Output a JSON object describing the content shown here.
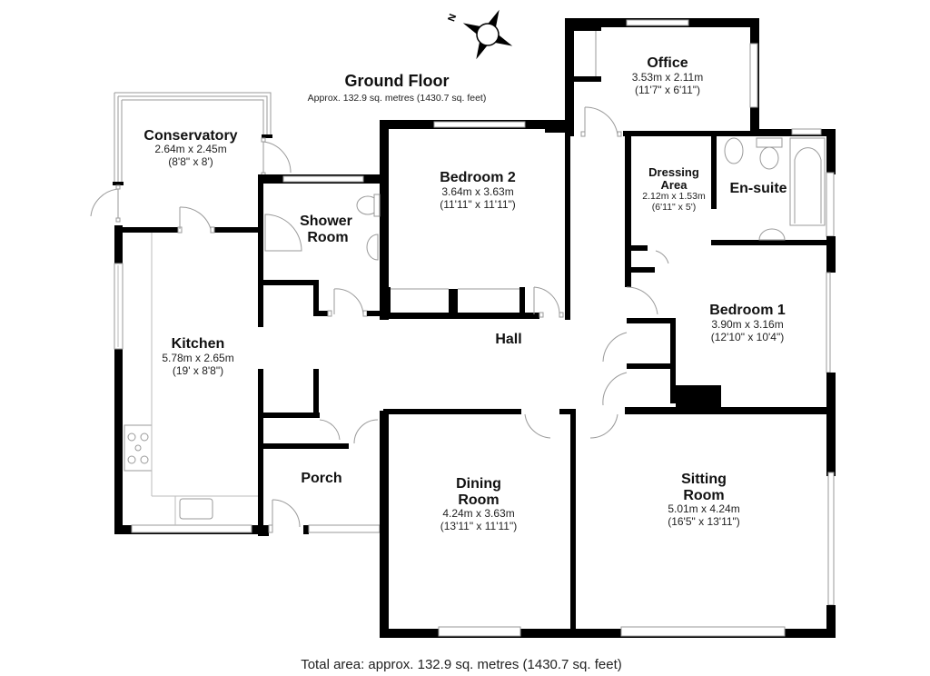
{
  "header": {
    "title": "Ground Floor",
    "subtitle": "Approx. 132.9 sq. metres (1430.7 sq. feet)"
  },
  "compass": {
    "label": "N",
    "icon": "compass-icon"
  },
  "rooms": {
    "conservatory": {
      "name": "Conservatory",
      "metric": "2.64m x 2.45m",
      "imperial": "(8'8\" x 8')"
    },
    "shower_room": {
      "name_line1": "Shower",
      "name_line2": "Room"
    },
    "bedroom2": {
      "name": "Bedroom 2",
      "metric": "3.64m x 3.63m",
      "imperial": "(11'11\" x 11'11\")"
    },
    "office": {
      "name": "Office",
      "metric": "3.53m x 2.11m",
      "imperial": "(11'7\" x 6'11\")"
    },
    "dressing_area": {
      "name_line1": "Dressing",
      "name_line2": "Area",
      "metric": "2.12m x 1.53m",
      "imperial": "(6'11\" x 5')"
    },
    "en_suite": {
      "name": "En-suite"
    },
    "kitchen": {
      "name": "Kitchen",
      "metric": "5.78m x 2.65m",
      "imperial": "(19' x 8'8\")"
    },
    "hall": {
      "name": "Hall"
    },
    "bedroom1": {
      "name": "Bedroom 1",
      "metric": "3.90m x 3.16m",
      "imperial": "(12'10\" x 10'4\")"
    },
    "porch": {
      "name": "Porch"
    },
    "dining_room": {
      "name_line1": "Dining",
      "name_line2": "Room",
      "metric": "4.24m x 3.63m",
      "imperial": "(13'11\" x 11'11\")"
    },
    "sitting_room": {
      "name_line1": "Sitting",
      "name_line2": "Room",
      "metric": "5.01m x 4.24m",
      "imperial": "(16'5\" x 13'11\")"
    }
  },
  "footer": {
    "total_area": "Total area: approx. 132.9 sq. metres (1430.7 sq. feet)"
  }
}
